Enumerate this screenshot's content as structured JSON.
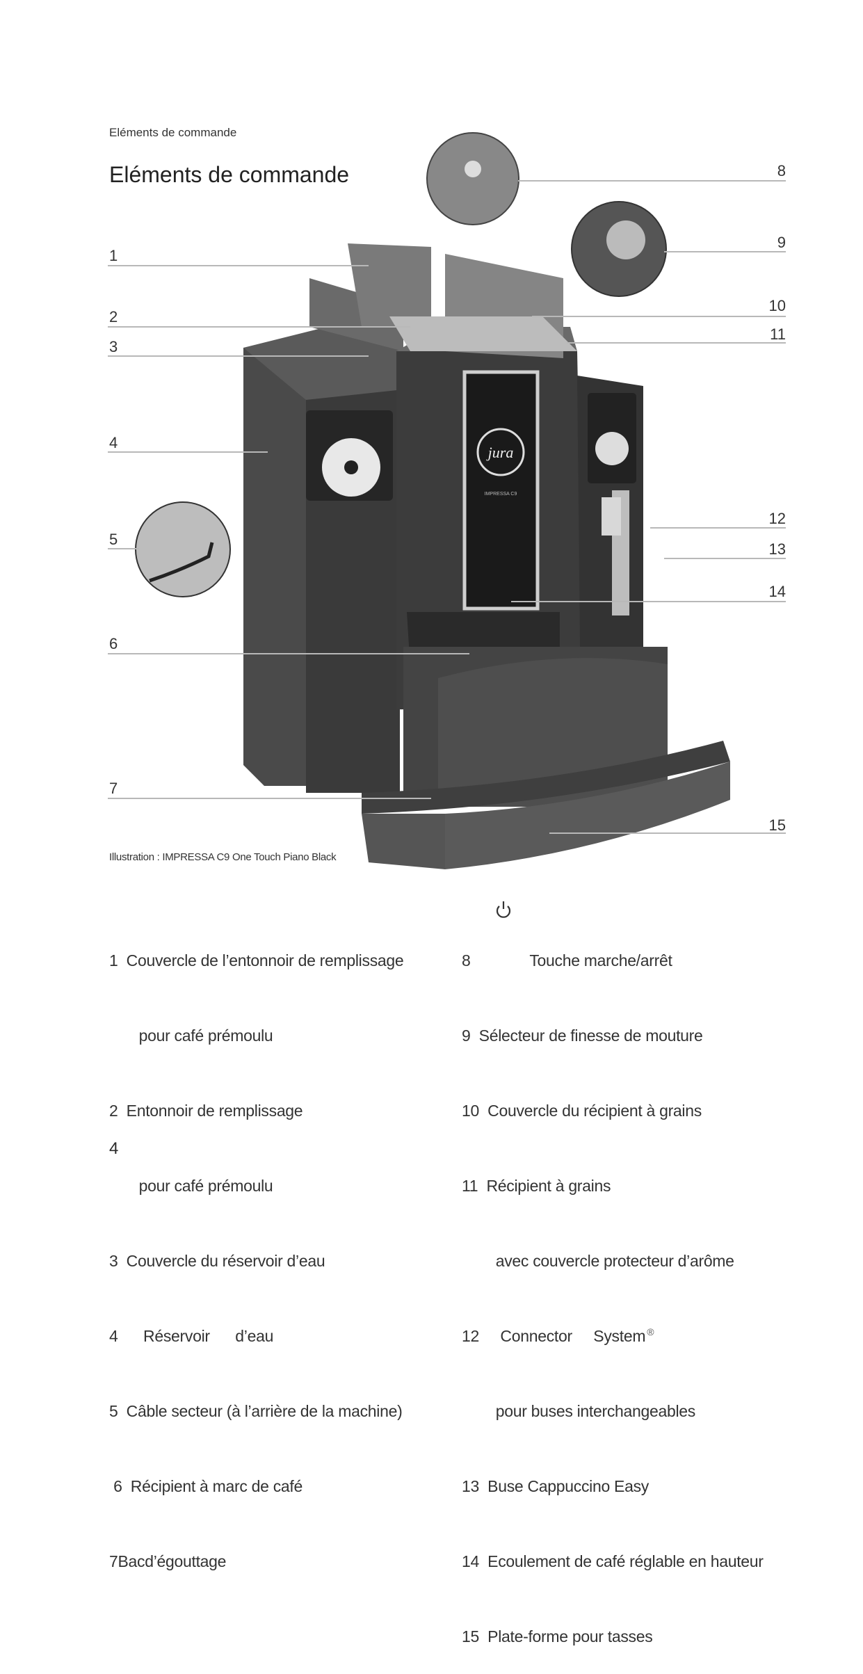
{
  "header": {
    "running_title": "Eléments de commande"
  },
  "page_title": "Eléments de commande",
  "callouts_left": [
    "1",
    "2",
    "3",
    "4",
    "5",
    "6",
    "7"
  ],
  "callouts_right": [
    "8",
    "9",
    "10",
    "11",
    "12",
    "13",
    "14",
    "15"
  ],
  "illustration": {
    "caption": "Illustration : IMPRESSA C9 One Touch Piano Black",
    "logo_text": "jura",
    "model_text": "IMPRESSA C9"
  },
  "legend_left": [
    "1  Couvercle de l’entonnoir de remplissage",
    "       pour café prémoulu",
    "2  Entonnoir de remplissage",
    "       pour café prémoulu",
    "3  Couvercle du réservoir d’eau",
    "4      Réservoir      d’eau",
    "5  Câble secteur (à l’arrière de la machine)",
    " 6  Récipient à marc de café",
    "7Bacd’égouttage"
  ],
  "legend_right": [
    "8              Touche marche/arrêt",
    "9  Sélecteur de finesse de mouture",
    "10  Couvercle du récipient à grains",
    "11  Récipient à grains",
    "        avec couvercle protecteur d’arôme",
    "12     Connector     System",
    "        pour buses interchangeables",
    "13  Buse Cappuccino Easy",
    "14  Ecoulement de café réglable en hauteur",
    "15  Plate-forme pour tasses"
  ],
  "power_icon": "power-icon",
  "registered_mark": "®",
  "page_number": "4"
}
